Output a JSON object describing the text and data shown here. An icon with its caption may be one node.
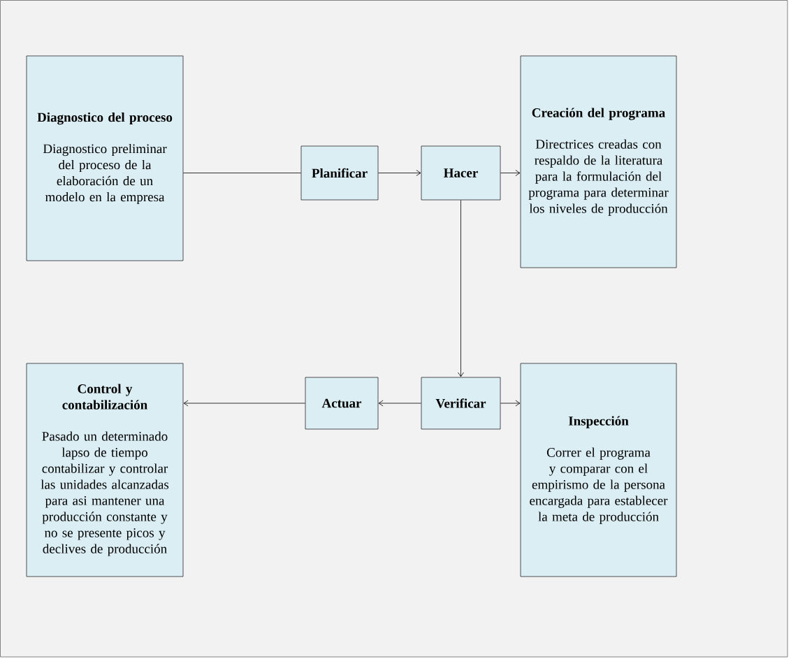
{
  "diagram": {
    "nodes": [
      {
        "text": [
          "Diagnostico del proceso",
          "Diagnostico preliminar del proceso de la elaboración de un modelo en la empresa"
        ]
      },
      {
        "text": [
          "Planificar"
        ]
      },
      {
        "text": [
          "Hacer"
        ]
      },
      {
        "text": [
          "Creación del programa",
          "Directrices creadas con respaldo de la literatura para la formulación del programa para determinar los niveles de producción"
        ]
      },
      {
        "text": [
          "Control y contabilización",
          "Pasado un determinado lapso de tiempo contabilizar y controlar las unidades alcanzadas para asi mantener una producción constante y no se presente picos y declives de producción"
        ]
      },
      {
        "text": [
          "Actuar"
        ]
      },
      {
        "text": [
          "Verificar"
        ]
      },
      {
        "text": [
          "Inspección",
          "Correr el programa y comparar con el empirismo de la persona encargada para establecer la meta de producción"
        ]
      }
    ],
    "edges": [
      {
        "from": 0,
        "to": 1,
        "arrow": "none"
      },
      {
        "from": 1,
        "to": 2,
        "arrow": "to"
      },
      {
        "from": 2,
        "to": 3,
        "arrow": "to"
      },
      {
        "from": 2,
        "to": 6,
        "arrow": "to"
      },
      {
        "from": 6,
        "to": 5,
        "arrow": "to"
      },
      {
        "from": 5,
        "to": 4,
        "arrow": "to"
      },
      {
        "from": 6,
        "to": 7,
        "arrow": "to"
      }
    ]
  }
}
